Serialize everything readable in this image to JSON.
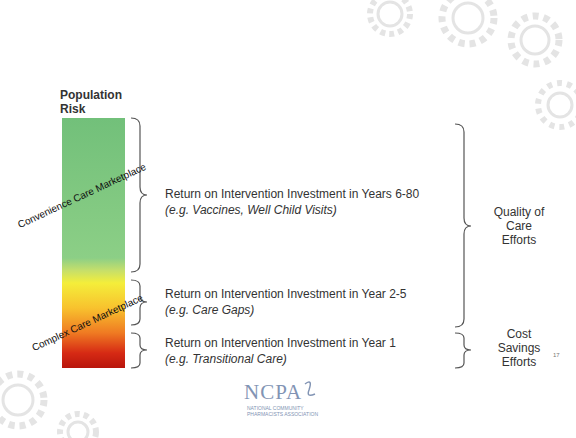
{
  "diagram": {
    "nodes": [
      {
        "text": [
          "Population Risk",
          "Convenience Care Marketplace",
          "Complex Care Marketplace"
        ]
      }
    ],
    "labels": [
      "Return on Intervention Investment in Years 6-80",
      "(e.g. Vaccines, Well Child Visits)",
      "Return on Intervention Investment in Year 2-5",
      "(e.g. Care Gaps)",
      "Return on Intervention Investment in Year 1",
      "(e.g. Transitional Care)",
      "Quality of Care Efforts",
      "Cost Savings Efforts",
      "17",
      "NCPA",
      "NATIONAL COMMUNITY PHARMACISTS ASSOCIATION"
    ]
  }
}
